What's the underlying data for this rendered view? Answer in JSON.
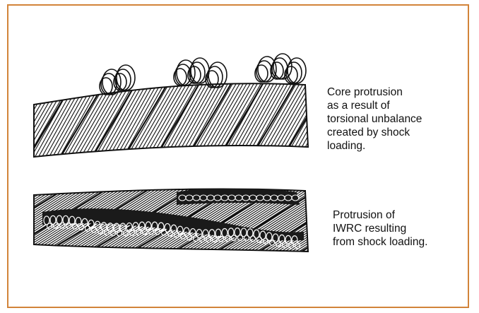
{
  "figures": [
    {
      "id": "core-protrusion",
      "caption": "Core protrusion\nas a result of\ntorsional unbalance\ncreated by shock\nloading."
    },
    {
      "id": "iwrc-protrusion",
      "caption": "Protrusion of\nIWRC resulting\nfrom shock loading."
    }
  ],
  "colors": {
    "frame": "#d2843a",
    "ink": "#111111"
  }
}
